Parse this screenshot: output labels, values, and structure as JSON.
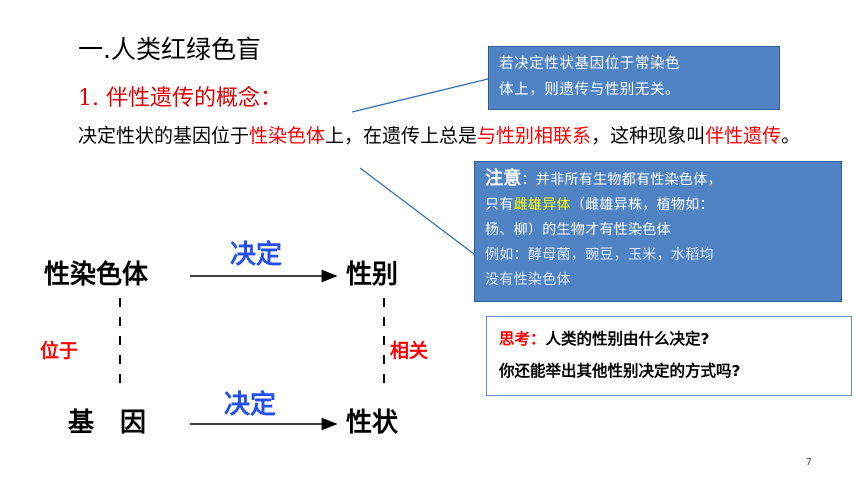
{
  "title": "一.人类红绿色盲",
  "subtitle": "1. 伴性遗传的概念：",
  "paragraph": {
    "p1": "决定性状的基因位于",
    "r1": "性染色体",
    "p2": "上，在遗传上总是",
    "r2": "与性别相联系",
    "p3": "，这种现象叫",
    "r3": "伴性遗传",
    "p4": "。"
  },
  "callout_top": {
    "line1": "若决定性状基因位于常染色",
    "line2": "体上，则遗传与性别无关。"
  },
  "note": {
    "heading": "注意",
    "line1_rest": "：并非所有生物都有性染色体，",
    "line2_pre": "只有",
    "line2_highlight": "雌雄异体",
    "line2_post": "（雌雄异株，植物如：",
    "line3": "杨、柳）的生物才有性染色体",
    "line4": "例如：酵母菌，豌豆，玉米，水稻均",
    "line5": "没有性染色体"
  },
  "think": {
    "label": "思考：",
    "q1": "人类的性别由什么决定?",
    "q2": "你还能举出其他性别决定的方式吗?"
  },
  "diagram": {
    "top_left": "性染色体",
    "top_arrow_label": "决定",
    "top_right": "性别",
    "left_vertical_label": "位于",
    "right_vertical_label": "相关",
    "bottom_left": "基　因",
    "bottom_arrow_label": "决定",
    "bottom_right": "性状"
  },
  "page_number": "7",
  "colors": {
    "callout_fill": "#4f83c4",
    "highlight_red": "#ff0000",
    "arrow_label_blue": "#2450e8",
    "note_highlight": "#ffff00"
  }
}
